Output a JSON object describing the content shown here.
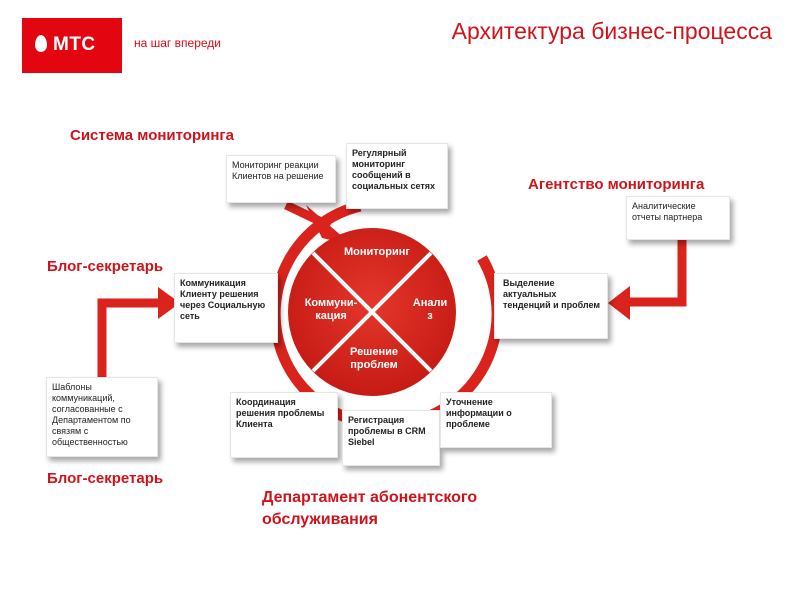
{
  "header": {
    "logo_text": "МТС",
    "slogan": "на шаг впереди",
    "title": "Архитектура бизнес-процесса"
  },
  "labels": {
    "monitoring_system": "Система мониторинга",
    "monitoring_agency": "Агентство мониторинга",
    "blog_secretary_top": "Блог-секретарь",
    "blog_secretary_bottom": "Блог-секретарь",
    "department": "Департамент абонентского обслуживания"
  },
  "cycle": {
    "monitoring": "Мониторинг",
    "analysis": "Анали з",
    "communication": "Коммуни- кация",
    "solution": "Решение проблем"
  },
  "boxes": {
    "reaction": "Мониторинг реакции Клиентов на решение",
    "regular": "Регулярный мониторинг сообщений в социальных сетях",
    "analytics": "Аналитические отчеты партнера",
    "trends": "Выделение актуальных тенденций и проблем",
    "communication": "Коммуникация Клиенту решения через Социальную сеть",
    "templates": "Шаблоны коммуникаций, согласованные с Департаментом по связям с общественностью",
    "coordination": "Координация решения проблемы Клиента",
    "registration": "Регистрация проблемы в CRM Siebel",
    "clarification": "Уточнение информации о проблеме"
  },
  "colors": {
    "brand": "#e30611",
    "accent": "#d0131b",
    "cycle": "#d9231c"
  }
}
